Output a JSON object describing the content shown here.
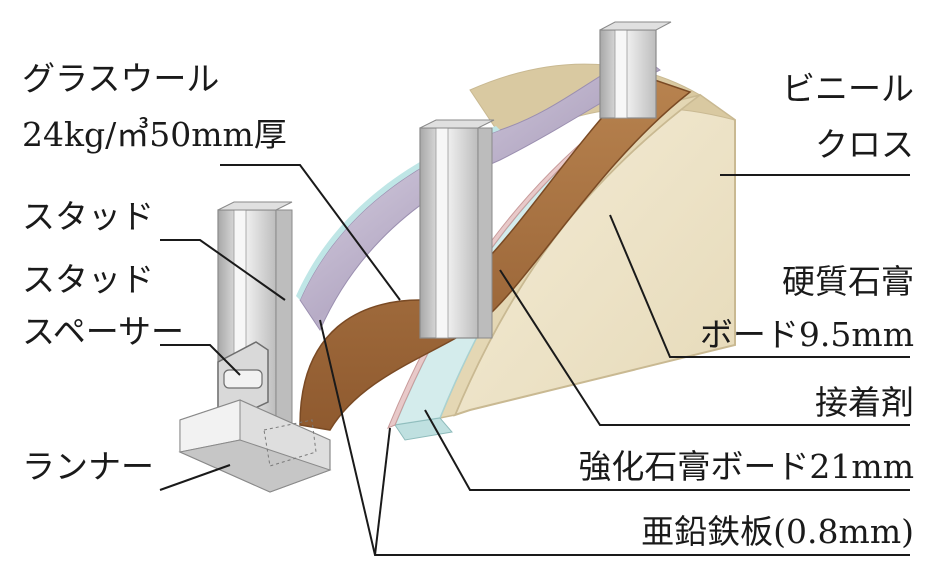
{
  "labels": {
    "glasswool_line1": "グラスウール",
    "glasswool_line2": "24kg/㎥50mm厚",
    "stud": "スタッド",
    "stud_spacer_line1": "スタッド",
    "stud_spacer_line2": "スペーサー",
    "runner": "ランナー",
    "vinyl_cloth_line1": "ビニール",
    "vinyl_cloth_line2": "クロス",
    "hard_gypsum_line1": "硬質石膏",
    "hard_gypsum_line2": "ボード9.5mm",
    "adhesive": "接着剤",
    "reinforced_gypsum": "強化石膏ボード21mm",
    "galvanized_steel": "亜鉛鉄板(0.8mm)"
  },
  "colors": {
    "cloth": "#efe6cc",
    "cloth_edge": "#c9b992",
    "wood": "#a26a3b",
    "wood_light": "#b88152",
    "board": "#d4ecec",
    "board_edge": "#a9d2d2",
    "metal": "#c9c9c9",
    "metal_light": "#ececec",
    "line": "#1a1a1a"
  }
}
